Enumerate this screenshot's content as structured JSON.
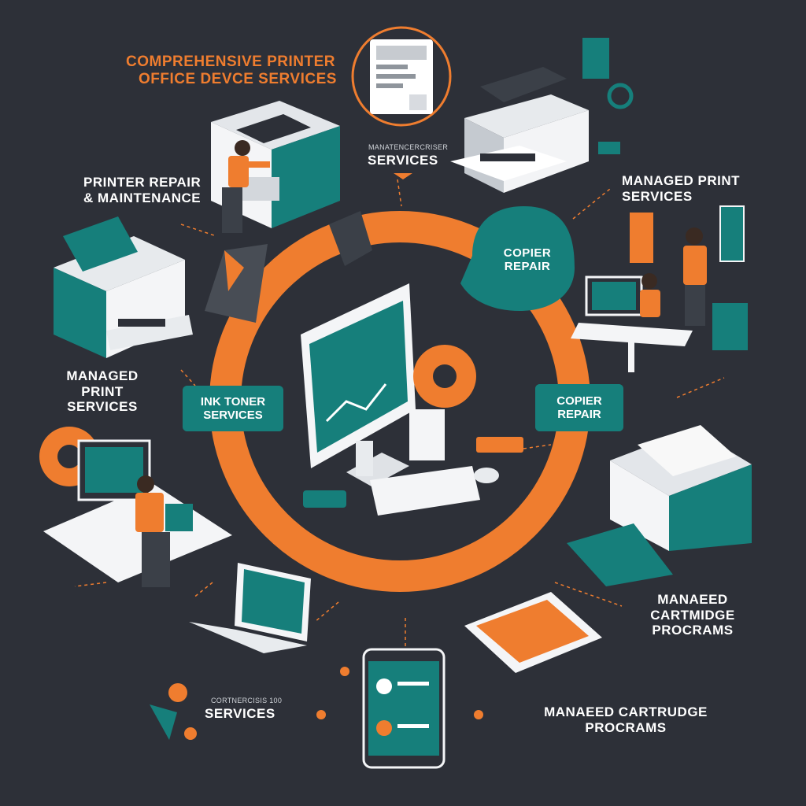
{
  "title": {
    "line1": "Comprehensive Printer",
    "line2": "Office Devce Services"
  },
  "labels": {
    "services_small": "Manatencercriser",
    "services_top": "Services",
    "repair": {
      "line1": "Printer Repair",
      "line2": "& Maintenance"
    },
    "managed_right": {
      "line1": "Managed Print",
      "line2": "Services"
    },
    "managed_left": {
      "line1": "Managed",
      "line2": "Print Services"
    },
    "copier_bubble": {
      "line1": "Copier",
      "line2": "Repair"
    },
    "ink_toner": {
      "line1": "Ink Toner",
      "line2": "Services"
    },
    "copier_pill": {
      "line1": "Copier",
      "line2": "Repair"
    },
    "cartridge_right": {
      "line1": "Manaeed",
      "line2": "Cartmidge Procrams"
    },
    "services_bottom_small": "Cortnercisis 100",
    "services_bottom": "Services",
    "cartridge_bottom": {
      "line1": "Manaeed Cartrudge",
      "line2": "Procrams"
    }
  },
  "icons": [
    "printer-icon",
    "copier-icon",
    "computer-icon",
    "gear-icon",
    "laptop-icon",
    "smartphone-icon",
    "technician-icon",
    "toner-cartridge-icon",
    "clipboard-icon"
  ],
  "colors": {
    "background": "#2d3038",
    "accent_orange": "#ef7d2f",
    "teal": "#167f7b",
    "white": "#ffffff"
  }
}
